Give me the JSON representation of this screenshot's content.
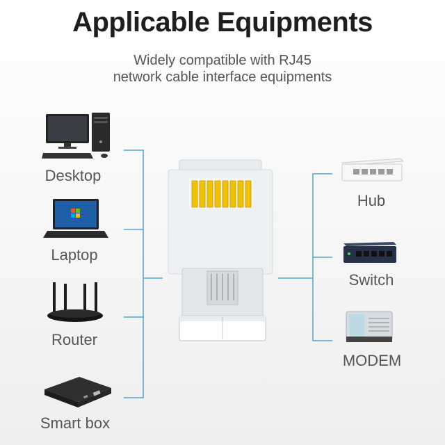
{
  "title": "Applicable Equipments",
  "subtitle": {
    "line1": "Widely compatible with RJ45",
    "line2": "network cable interface equipments"
  },
  "left_devices": [
    {
      "label": "Desktop",
      "icon": "desktop-computer-icon"
    },
    {
      "label": "Laptop",
      "icon": "laptop-icon"
    },
    {
      "label": "Router",
      "icon": "wifi-router-icon"
    },
    {
      "label": "Smart box",
      "icon": "smart-box-icon"
    }
  ],
  "right_devices": [
    {
      "label": "Hub",
      "icon": "network-hub-icon"
    },
    {
      "label": "Switch",
      "icon": "network-switch-icon"
    },
    {
      "label": "MODEM",
      "icon": "modem-icon"
    }
  ],
  "center_product": {
    "icon": "rj45-connector-icon"
  },
  "colors": {
    "connector_line": "#4aa8d8",
    "title": "#1e1e1e",
    "text": "#555555",
    "gold_pins": "#f2c200"
  }
}
